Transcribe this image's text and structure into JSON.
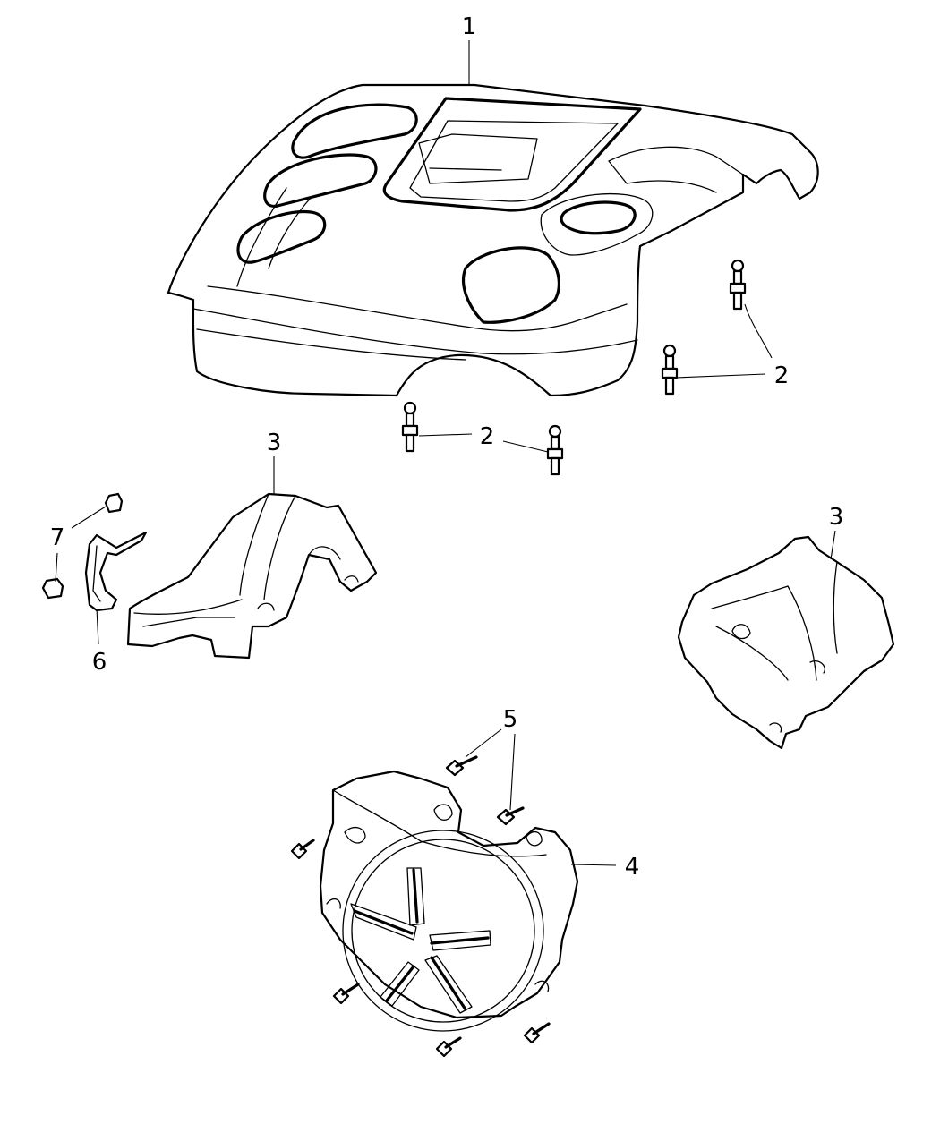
{
  "diagram": {
    "callouts": {
      "c1": "1",
      "c2a": "2",
      "c2b": "2",
      "c3a": "3",
      "c3b": "3",
      "c4": "4",
      "c5": "5",
      "c6": "6",
      "c7": "7"
    }
  }
}
